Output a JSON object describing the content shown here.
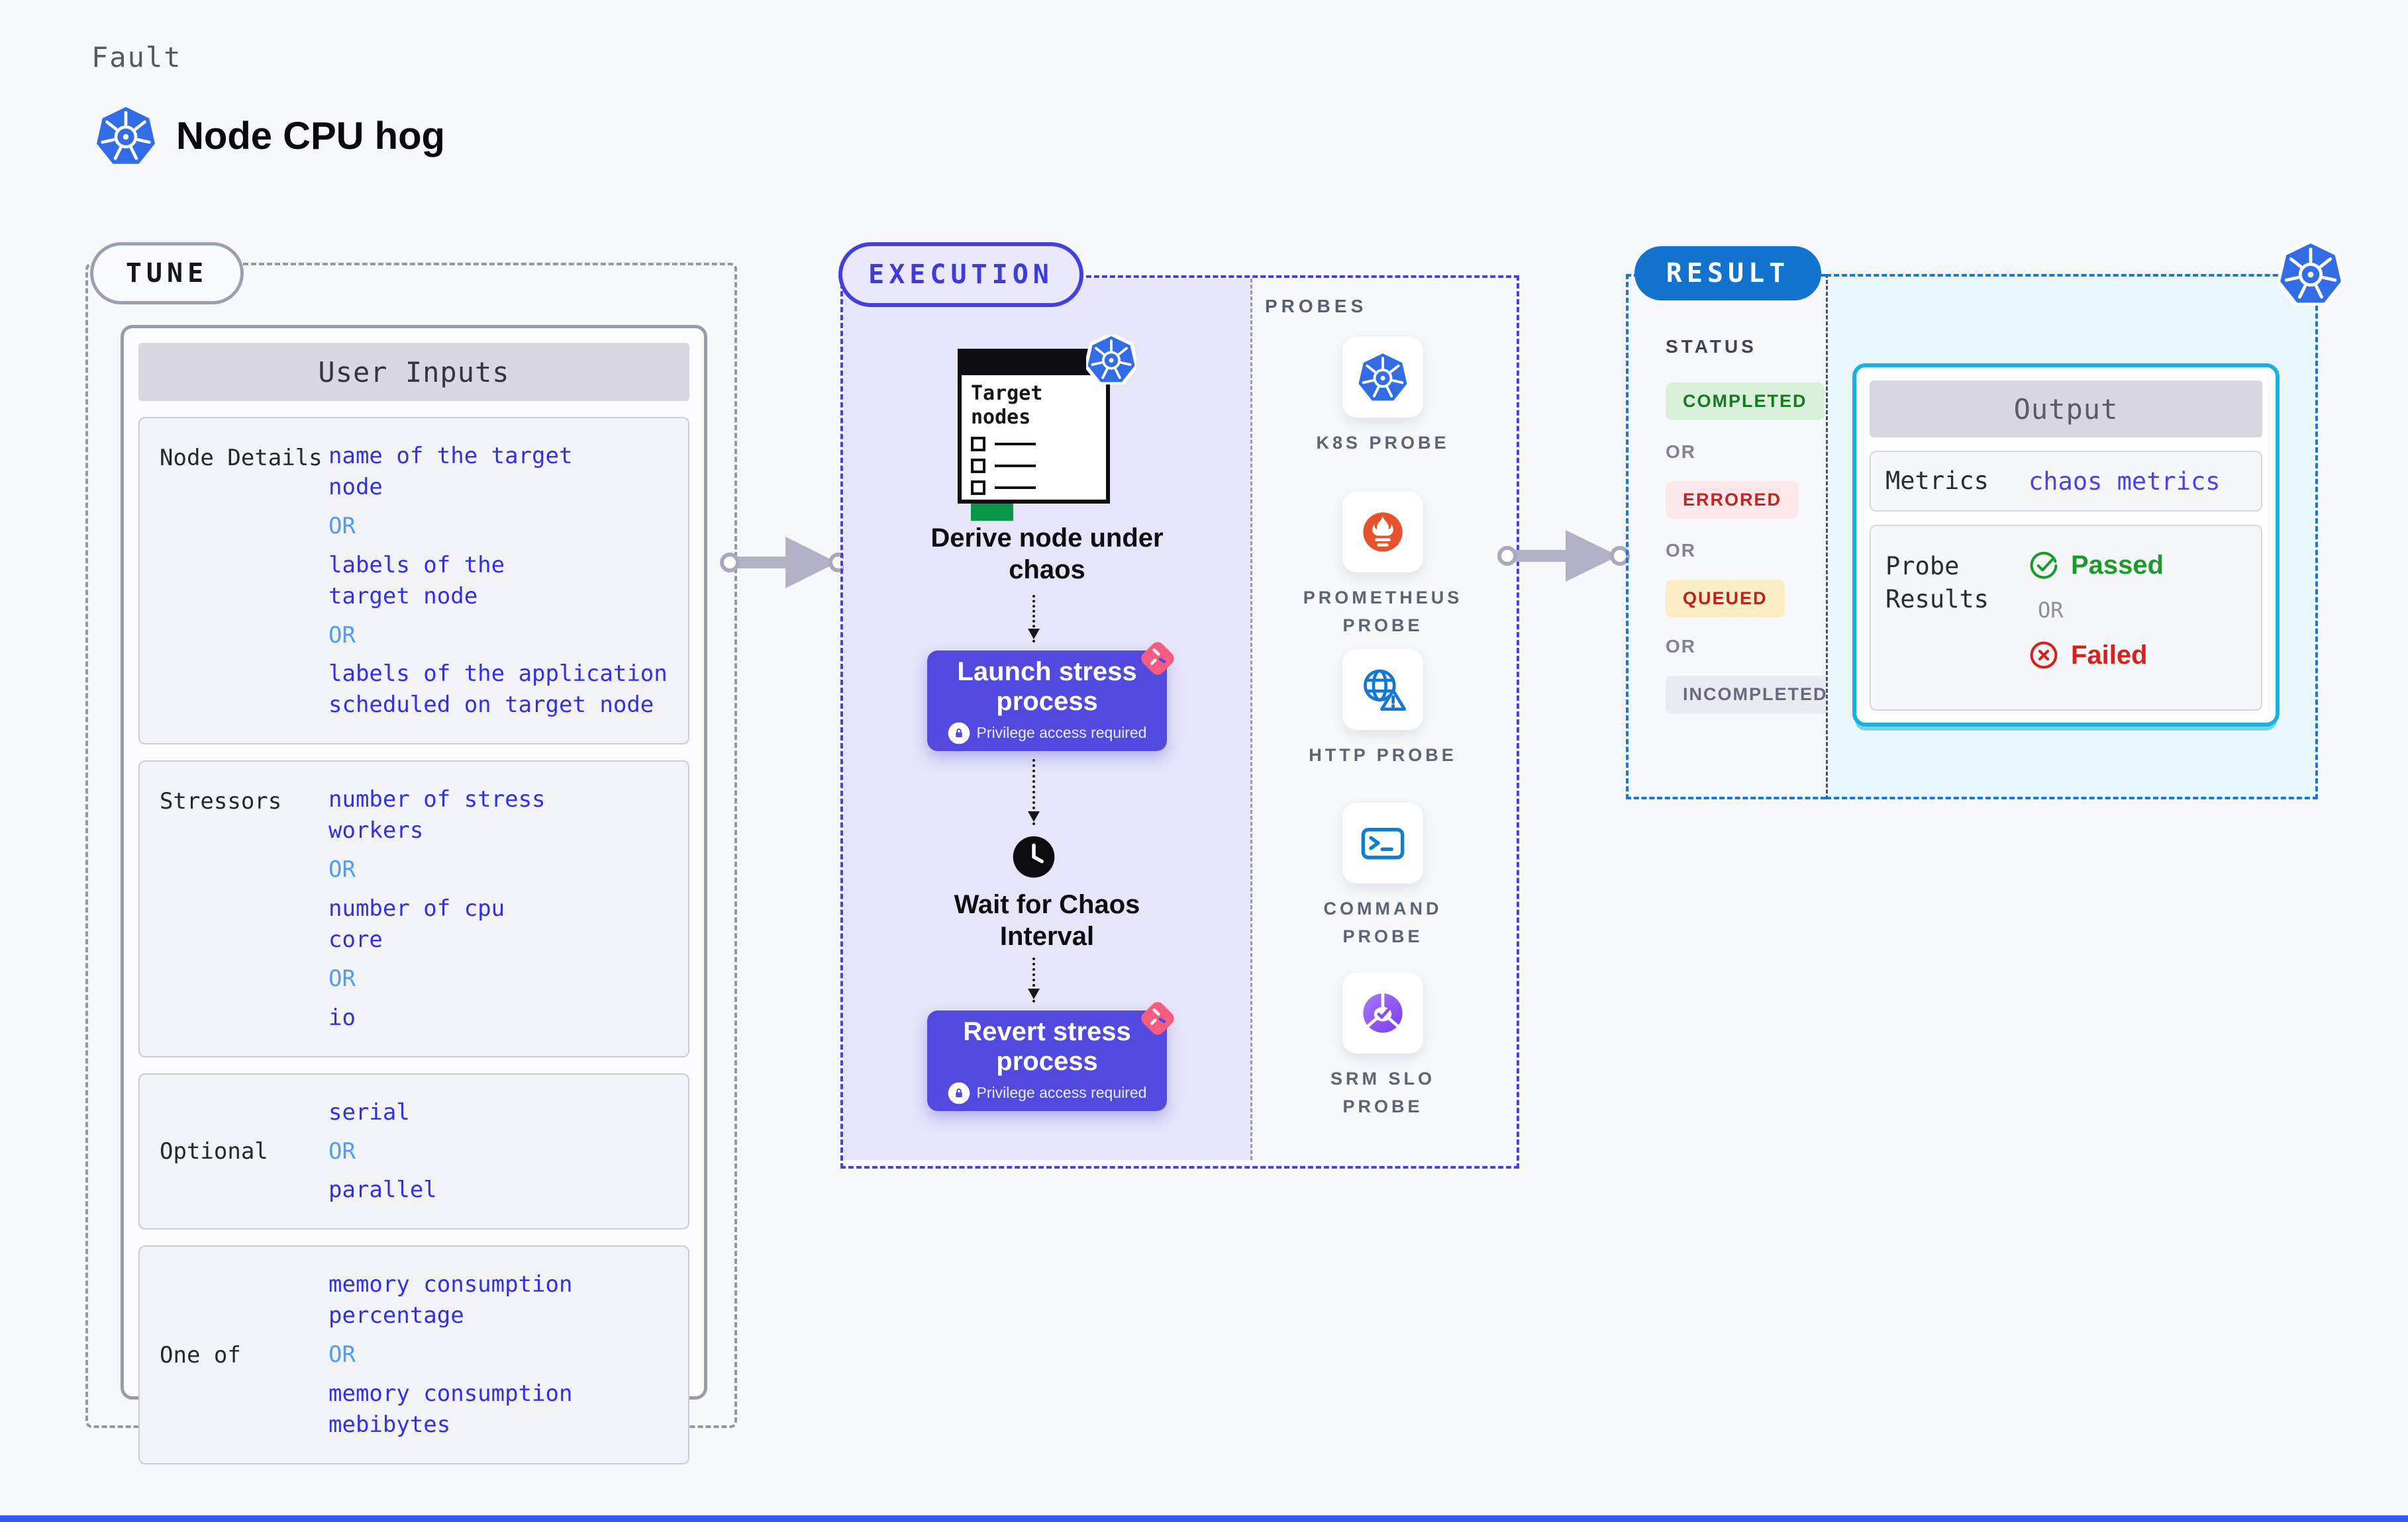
{
  "header": {
    "eyebrow": "Fault",
    "title": "Node CPU hog"
  },
  "tune": {
    "badge": "TUNE",
    "card_title": "User Inputs",
    "or_label": "OR",
    "rows": [
      {
        "label": "Node Details",
        "options": [
          "name of the target\nnode",
          "labels of the\ntarget node",
          "labels of the application\n scheduled on target node"
        ]
      },
      {
        "label": "Stressors",
        "options": [
          "number of stress\nworkers",
          "number of cpu\ncore",
          "io"
        ]
      },
      {
        "label": "Optional",
        "options": [
          "serial",
          "parallel"
        ]
      },
      {
        "label": "One of",
        "options": [
          "memory consumption\npercentage",
          "memory consumption\nmebibytes"
        ]
      }
    ]
  },
  "execution": {
    "badge": "EXECUTION",
    "clipboard_title": "Target\nnodes",
    "derive_step": "Derive node under\nchaos",
    "launch_button": "Launch stress\nprocess",
    "wait_step": "Wait for Chaos\nInterval",
    "revert_button": "Revert stress\nprocess",
    "privilege_note": "Privilege access required"
  },
  "probes": {
    "title": "PROBES",
    "items": [
      {
        "label": "K8S PROBE",
        "icon": "kubernetes-icon"
      },
      {
        "label": "PROMETHEUS\nPROBE",
        "icon": "prometheus-icon"
      },
      {
        "label": "HTTP PROBE",
        "icon": "globe-alert-icon"
      },
      {
        "label": "COMMAND\nPROBE",
        "icon": "terminal-icon"
      },
      {
        "label": "SRM SLO\nPROBE",
        "icon": "slo-gauge-icon"
      }
    ]
  },
  "result": {
    "badge": "RESULT",
    "status_title": "STATUS",
    "or_label": "OR",
    "statuses": [
      {
        "label": "COMPLETED",
        "bg": "#d9f1da",
        "color": "#187a20"
      },
      {
        "label": "ERRORED",
        "bg": "#fce8e8",
        "color": "#c32424"
      },
      {
        "label": "QUEUED",
        "bg": "#fbeec5",
        "color": "#c02020"
      },
      {
        "label": "INCOMPLETED",
        "bg": "#eaeaf1",
        "color": "#666a7e"
      }
    ],
    "output": {
      "title": "Output",
      "metrics_label": "Metrics",
      "metrics_value": "chaos metrics",
      "probe_results_label": "Probe\nResults",
      "passed_label": "Passed",
      "failed_label": "Failed",
      "or_label": "OR"
    }
  },
  "colors": {
    "kubernetes_blue": "#326de6",
    "accent_indigo": "#4540da",
    "button_indigo": "#524ade",
    "option_blue": "#3330e4",
    "or_light_blue": "#4f9df6",
    "pink_flag": "#f85c80",
    "result_pill_blue": "#1273cf",
    "result_dash_blue": "#1b79d6",
    "output_cyan": "#19b2de",
    "passed_green": "#1d9a2c",
    "failed_red": "#d6221c",
    "prometheus_orange": "#e6522c",
    "clipboard_green": "#0a9648",
    "lavender_panel": "#e6e5fa"
  }
}
